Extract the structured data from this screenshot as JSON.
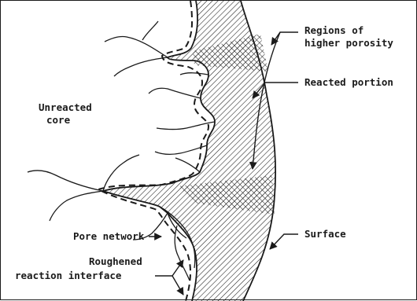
{
  "labels": {
    "regions_line1": "Regions of",
    "regions_line2": "higher porosity",
    "reacted_portion": "Reacted portion",
    "unreacted_line1": "Unreacted",
    "unreacted_line2": "core",
    "pore_network": "Pore network",
    "roughened_line1": "Roughened",
    "roughened_line2": "reaction interface",
    "surface": "Surface"
  },
  "colors": {
    "ink": "#1a1a1a",
    "background": "#ffffff"
  }
}
